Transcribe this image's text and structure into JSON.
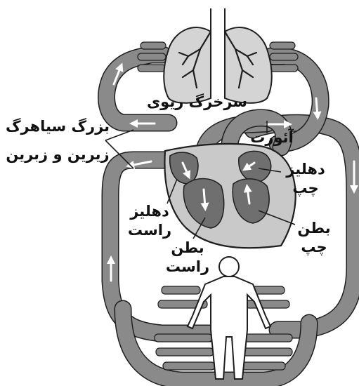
{
  "diagram": {
    "labels": {
      "pulmonary_artery": "سرخرگ ریوی",
      "vena_cava_line1": "بزرگ سیاهرگ",
      "vena_cava_line2": "زیرین و زبرین",
      "aorta": "آئورت",
      "left_atrium_line1": "دهلیز",
      "left_atrium_line2": "چپ",
      "right_atrium_line1": "دهلیز",
      "right_atrium_line2": "راست",
      "left_ventricle_line1": "بطن",
      "left_ventricle_line2": "چپ",
      "right_ventricle_line1": "بطن",
      "right_ventricle_line2": "راست"
    },
    "colors": {
      "vessel": "#8a8a8a",
      "vessel_dark": "#5f5f5f",
      "outline": "#1e1e1e",
      "heart_fill": "#c9c9c9",
      "lung_fill": "#d4d4d4",
      "chamber": "#6f6f6f",
      "flow_arrow": "#ffffff"
    }
  }
}
